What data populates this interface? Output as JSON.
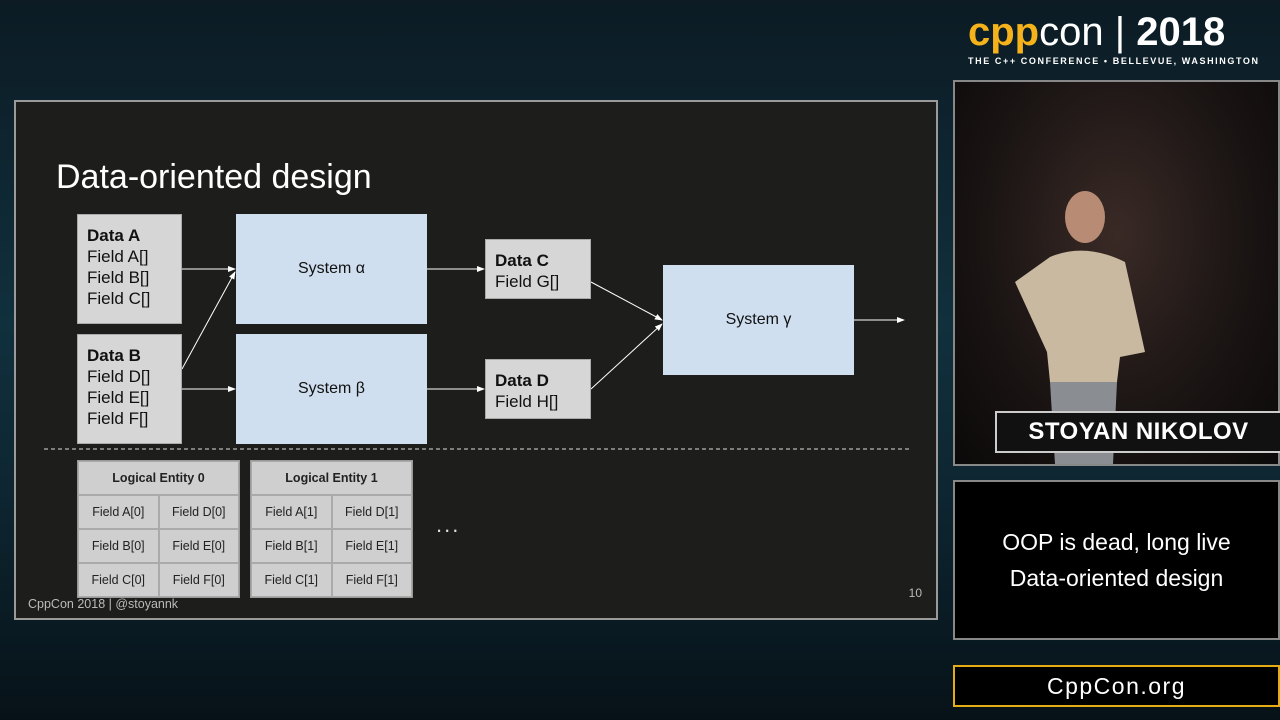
{
  "logo": {
    "cpp": "cpp",
    "con": "con",
    "sep": "|",
    "year": "2018",
    "subtitle": "THE C++ CONFERENCE • BELLEVUE, WASHINGTON"
  },
  "slide": {
    "title": "Data-oriented design",
    "data_a": {
      "title": "Data A",
      "fields": [
        "Field A[]",
        "Field B[]",
        "Field C[]"
      ]
    },
    "data_b": {
      "title": "Data B",
      "fields": [
        "Field D[]",
        "Field E[]",
        "Field F[]"
      ]
    },
    "data_c": {
      "title": "Data C",
      "fields": [
        "Field G[]"
      ]
    },
    "data_d": {
      "title": "Data D",
      "fields": [
        "Field H[]"
      ]
    },
    "system_alpha": "System α",
    "system_beta": "System β",
    "system_gamma": "System γ",
    "entities": [
      {
        "title": "Logical Entity 0",
        "cells": [
          "Field A[0]",
          "Field D[0]",
          "Field B[0]",
          "Field E[0]",
          "Field C[0]",
          "Field F[0]"
        ]
      },
      {
        "title": "Logical Entity 1",
        "cells": [
          "Field A[1]",
          "Field D[1]",
          "Field B[1]",
          "Field E[1]",
          "Field C[1]",
          "Field F[1]"
        ]
      }
    ],
    "ellipsis": "...",
    "footer": "CppCon 2018 | @stoyannk",
    "page": "10"
  },
  "speaker": {
    "name": "STOYAN NIKOLOV"
  },
  "talk": {
    "line1": "OOP is dead, long live",
    "line2": "Data-oriented design"
  },
  "site": "CppCon.org",
  "colors": {
    "brand_yellow": "#f5b21a",
    "system_box": "#cfdff0",
    "data_box": "#d6d6d6"
  }
}
